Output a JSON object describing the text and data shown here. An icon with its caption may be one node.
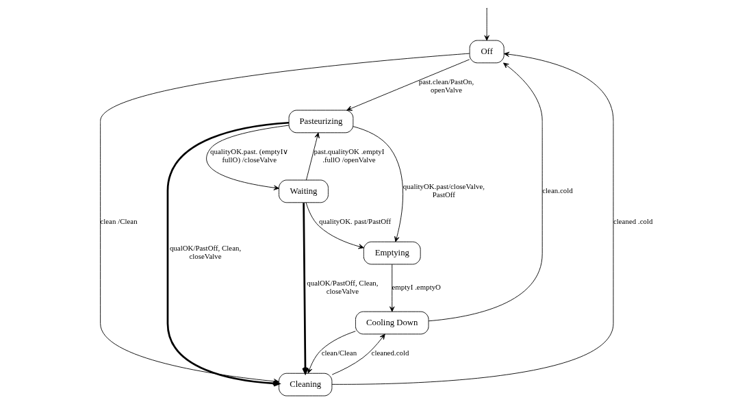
{
  "diagram": {
    "nodes": [
      {
        "text": [
          "Off"
        ]
      },
      {
        "text": [
          "Pasteurizing"
        ]
      },
      {
        "text": [
          "Emptying"
        ]
      },
      {
        "text": [
          "Waiting"
        ]
      },
      {
        "text": [
          "Cleaning"
        ]
      },
      {
        "text": [
          "Cooling Down"
        ]
      }
    ],
    "edges": [
      {
        "from": null,
        "to": 0,
        "arrow": "to"
      },
      {
        "from": 0,
        "to": 1,
        "arrow": "to",
        "label": "past.clean/PastOn, openValve"
      },
      {
        "from": 1,
        "to": 2,
        "arrow": "to",
        "label": "qualityOK.past/closeValve, PastOff"
      },
      {
        "from": 5,
        "to": 0,
        "arrow": "to",
        "label": "clean.cold"
      },
      {
        "from": 0,
        "to": 4,
        "arrow": "to",
        "label": "clean /Clean"
      },
      {
        "from": 4,
        "to": 0,
        "arrow": "to",
        "label": "cleaned .cold"
      },
      {
        "from": 2,
        "to": 5,
        "arrow": "to",
        "label": "emptyI .emptyO"
      },
      {
        "from": 4,
        "to": 5,
        "arrow": "to",
        "label": "cleaned.cold"
      },
      {
        "from": 5,
        "to": 4,
        "arrow": "to",
        "label": "clean/Clean"
      },
      {
        "from": 1,
        "to": 3,
        "arrow": "to",
        "label": "qualityOK.past. (emptyI∨ fullO) /closeValve"
      },
      {
        "from": 3,
        "to": 1,
        "arrow": "to",
        "label": "past.qualityOK .emptyI .fullO /openValve"
      },
      {
        "from": 3,
        "to": 2,
        "arrow": "to",
        "label": "qualityOK. past/PastOff"
      },
      {
        "from": 1,
        "to": 4,
        "arrow": "to",
        "style": "thick",
        "label": "qualOK/PastOff, Clean, closeValve"
      },
      {
        "from": 3,
        "to": 4,
        "arrow": "to",
        "style": "thick",
        "label": "qualOK/PastOff, Clean, closeValve"
      }
    ]
  }
}
